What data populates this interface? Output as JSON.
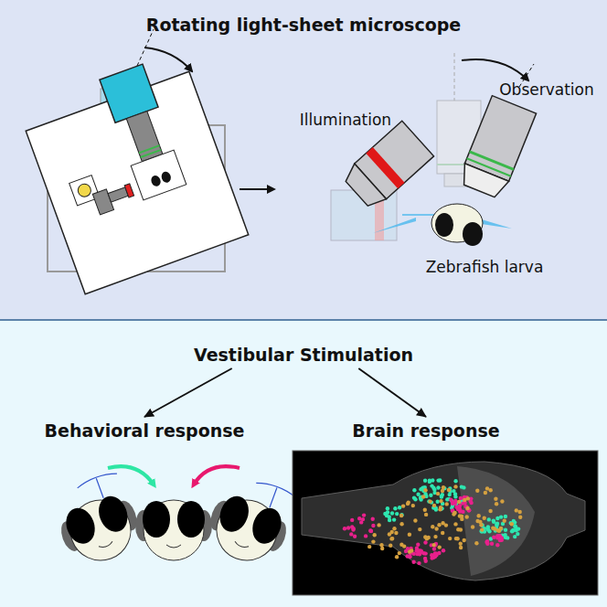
{
  "diagram": {
    "title": "Rotating light-sheet microscope",
    "nodes": [
      {
        "text": [
          "Vestibular Stimulation"
        ]
      },
      {
        "text": [
          "Behavioral response"
        ]
      },
      {
        "text": [
          "Brain response"
        ]
      }
    ],
    "edges": [
      {
        "from": 0,
        "to": 1,
        "arrow": "to"
      },
      {
        "from": 0,
        "to": 2,
        "arrow": "to"
      }
    ],
    "labels": [
      "Illumination",
      "Observation",
      "Zebrafish larva"
    ]
  }
}
